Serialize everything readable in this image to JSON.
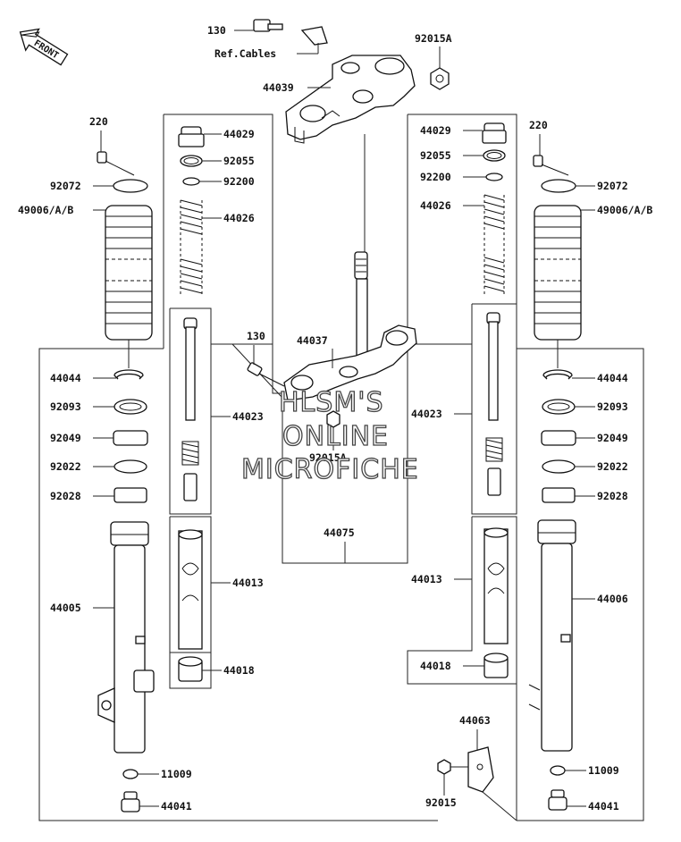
{
  "diagram": {
    "front_label": "FRONT",
    "watermark": [
      "HLSM'S",
      "ONLINE",
      "MICROFICHE"
    ],
    "labels": {
      "bolt_top": "130",
      "ref_cables": "Ref.Cables",
      "nut_top": "92015A",
      "upper_bracket": "44039",
      "cap_l": "44029",
      "oring_l": "92055",
      "washer_l": "92200",
      "spring_l": "44026",
      "cap_r": "44029",
      "oring_r": "92055",
      "washer_r": "92200",
      "spring_r": "44026",
      "bolt_l": "220",
      "clamp_l": "92072",
      "boot_l": "49006/A/B",
      "bolt_r": "220",
      "clamp_r": "92072",
      "boot_r": "49006/A/B",
      "bolt_mid": "130",
      "stem": "44037",
      "nut_mid": "92015A",
      "stem_assy": "44075",
      "clip_l": "44044",
      "seal_l": "92093",
      "spacer_l": "92049",
      "washer2_l": "92022",
      "bushing_l": "92028",
      "clip_r": "44044",
      "seal_r": "92093",
      "spacer_r": "92049",
      "washer2_r": "92022",
      "bushing_r": "92028",
      "cylinder_l": "44023",
      "cylinder_r": "44023",
      "inner_tube_l": "44013",
      "inner_tube_r": "44013",
      "guide_l": "44018",
      "guide_r": "44018",
      "outer_l": "44005",
      "outer_r": "44006",
      "gasket_l": "11009",
      "gasket_r": "11009",
      "bolt_bot_l": "44041",
      "bolt_bot_r": "44041",
      "bracket": "44063",
      "nut_bot": "92015"
    }
  }
}
